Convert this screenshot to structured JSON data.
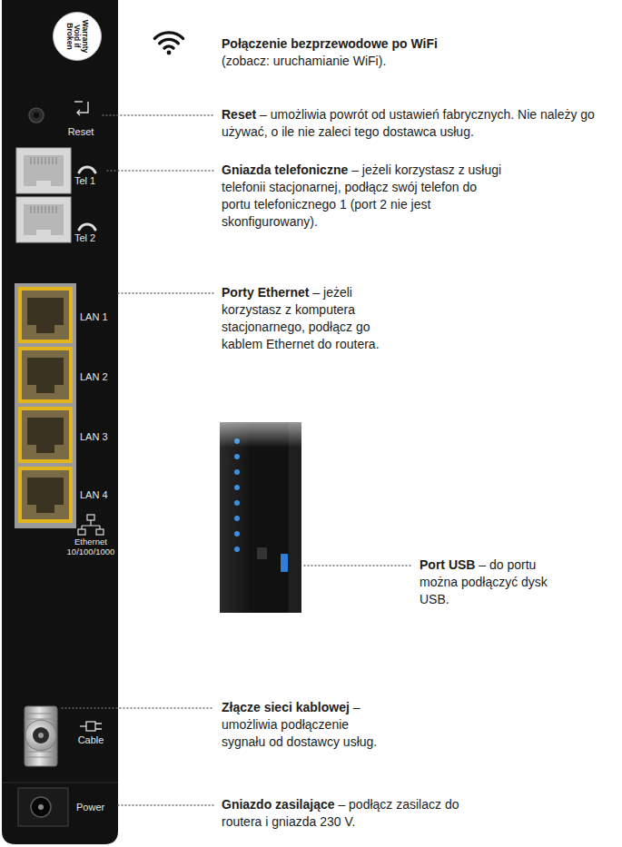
{
  "diagram": {
    "nodes": [
      {
        "text": [
          "Warranty Void if Broken"
        ]
      }
    ],
    "labels": [
      "Reset",
      "Tel 1",
      "Tel 2",
      "LAN 1",
      "LAN 2",
      "LAN 3",
      "LAN 4",
      "Ethernet 10/100/1000",
      "Cable",
      "Power",
      "Połączenie bezprzewodowe po WiFi",
      "(zobacz: uruchamianie WiFi).",
      "Reset",
      "– umożliwia powrót od ustawień fabrycznych. Nie należy go używać, o ile nie zaleci tego dostawca usług.",
      "Gniazda telefoniczne",
      "– jeżeli korzystasz z usługi telefonii stacjonarnej, podłącz swój telefon do portu telefonicznego 1 (port 2 nie jest skonfigurowany).",
      "Porty Ethernet",
      "– jeżeli korzystasz z komputera stacjonarnego, podłącz go kablem Ethernet do routera.",
      "Port USB",
      "– do portu można podłączyć dysk USB.",
      "Złącze sieci kablowej",
      "– umożliwia podłączenie sygnału od dostawcy usług.",
      "Gniazdo zasilające",
      "– podłącz zasilacz do routera i gniazda 230 V."
    ]
  }
}
